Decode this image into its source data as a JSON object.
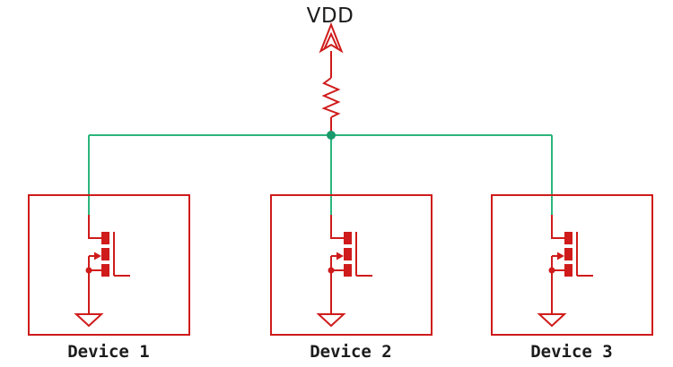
{
  "power": {
    "net_label": "VDD"
  },
  "devices": [
    {
      "label": "Device 1"
    },
    {
      "label": "Device 2"
    },
    {
      "label": "Device 3"
    }
  ],
  "icons": {
    "power_symbol": "vdd-arrow-up",
    "series_element": "resistor-zigzag",
    "transistor_symbol": "nmos-mosfet",
    "ground_symbol": "ground-triangle",
    "junction": "wire-junction-dot"
  },
  "colors": {
    "symbol_red": "#cf1b1b",
    "wire_green": "#2bb57d",
    "junction_dot_green": "#189a6d",
    "text_black": "#1c1c1c",
    "background": "#ffffff"
  }
}
